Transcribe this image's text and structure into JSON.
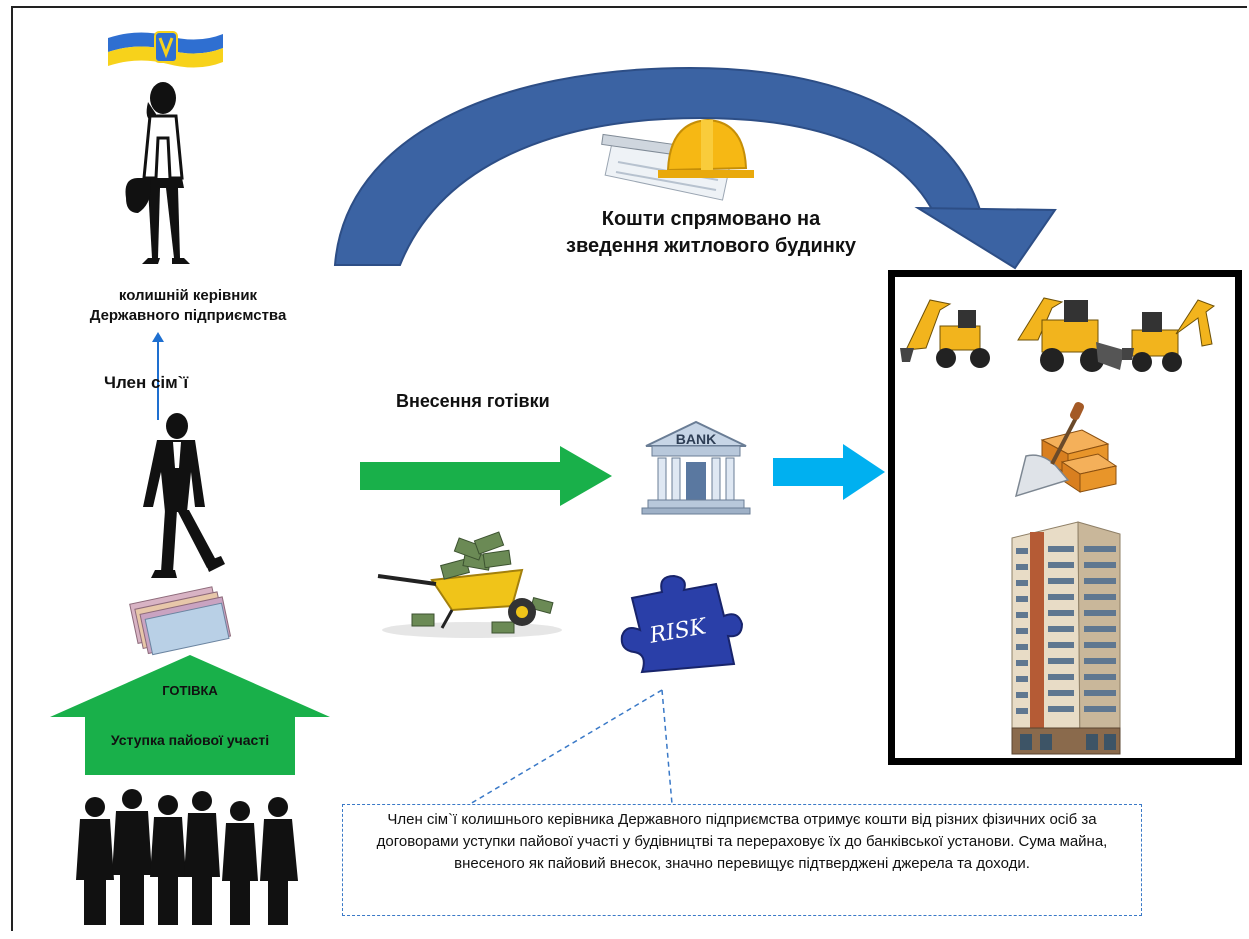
{
  "top_note": {
    "line1": "Кошти спрямовано на",
    "line2": "зведення житлового будинку"
  },
  "former_head": {
    "line1": "колишній керівник",
    "line2": "Державного підприємства"
  },
  "family_member_label": "Член сім`ї",
  "cash_deposit_label": "Внесення готівки",
  "up_arrow": {
    "line1": "ГОТІВКА",
    "line2": "Уступка пайової участі"
  },
  "bank_sign": "BANK",
  "risk_label": "RISK",
  "note_text": "Член сім`ї колишнього керівника Державного підприємства отримує кошти від різних фізичних осіб за договорами уступки пайової участі у будівництві та перераховує їх до банківської установи. Сума майна, внесеного як пайовий внесок, значно перевищує підтверджені джерела та доходи.",
  "colors": {
    "curved_arrow": "#3b63a3",
    "green_arrow": "#19b04a",
    "cyan_arrow": "#00b0f0",
    "dashed_line": "#3a79c7",
    "helmet": "#f6b814",
    "bricks": "#e8952a",
    "risk_piece": "#2a3fa8"
  },
  "icons": [
    "ukraine-flag-icon",
    "woman-silhouette-icon",
    "man-silhouette-icon",
    "money-bills-icon",
    "crowd-silhouette-icon",
    "helmet-blueprints-icon",
    "bank-building-icon",
    "wheelbarrow-money-icon",
    "risk-puzzle-icon",
    "excavators-icon",
    "bricks-trowel-icon",
    "apartment-tower-icon"
  ]
}
